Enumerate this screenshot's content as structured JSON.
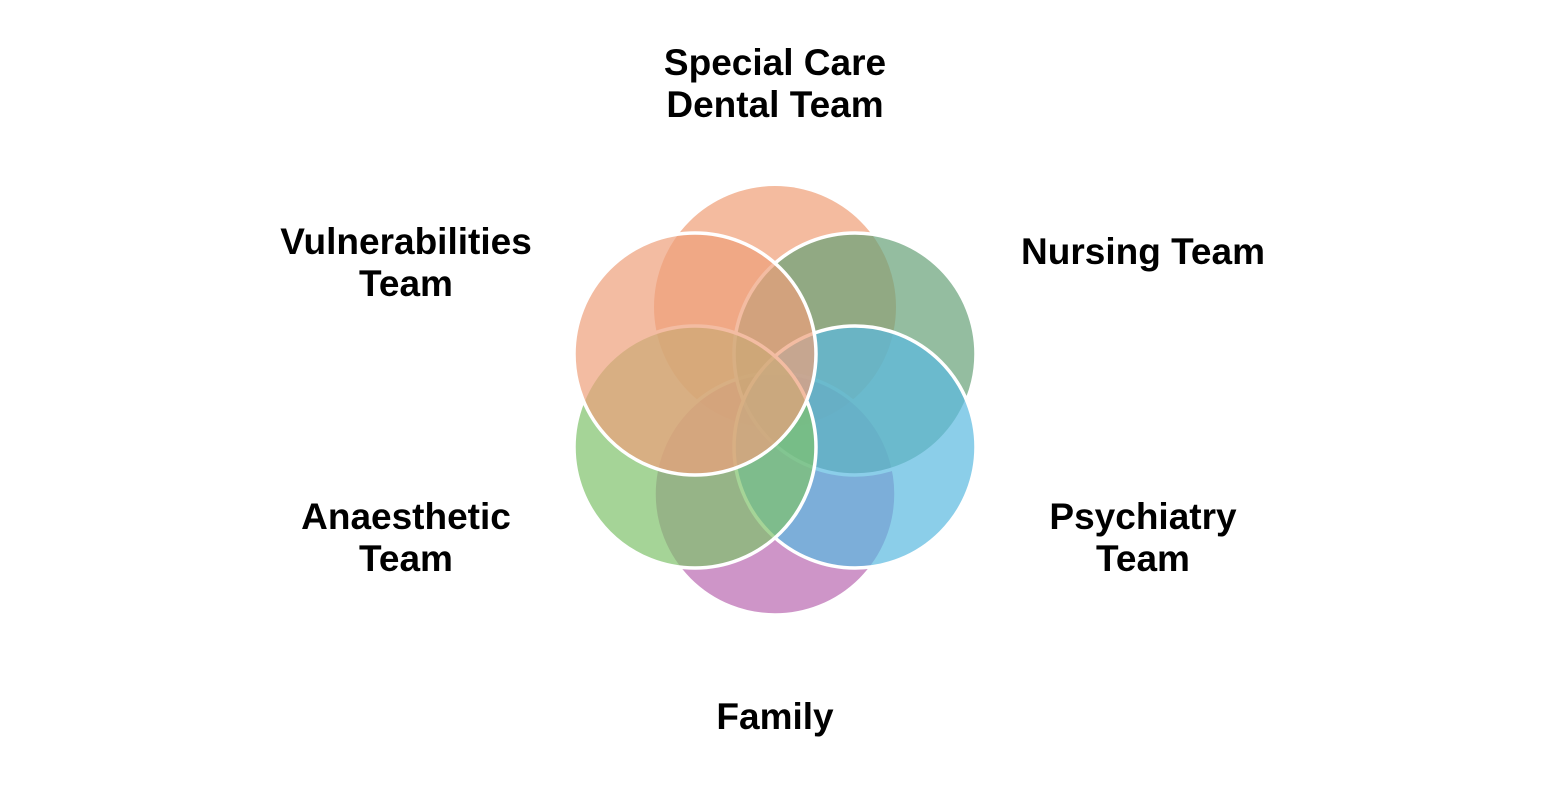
{
  "title": "Multidisciplinary team diagram",
  "groups": [
    {
      "label": "Special Care\nDental Team",
      "color": "#f0a47f"
    },
    {
      "label": "Nursing Team",
      "color": "#66a177"
    },
    {
      "label": "Psychiatry\nTeam",
      "color": "#5ab9e0"
    },
    {
      "label": "Family",
      "color": "#bd72b6"
    },
    {
      "label": "Anaesthetic\nTeam",
      "color": "#7fc26b"
    },
    {
      "label": "Vulnerabilities\nTeam",
      "color": "#eea07a"
    }
  ]
}
